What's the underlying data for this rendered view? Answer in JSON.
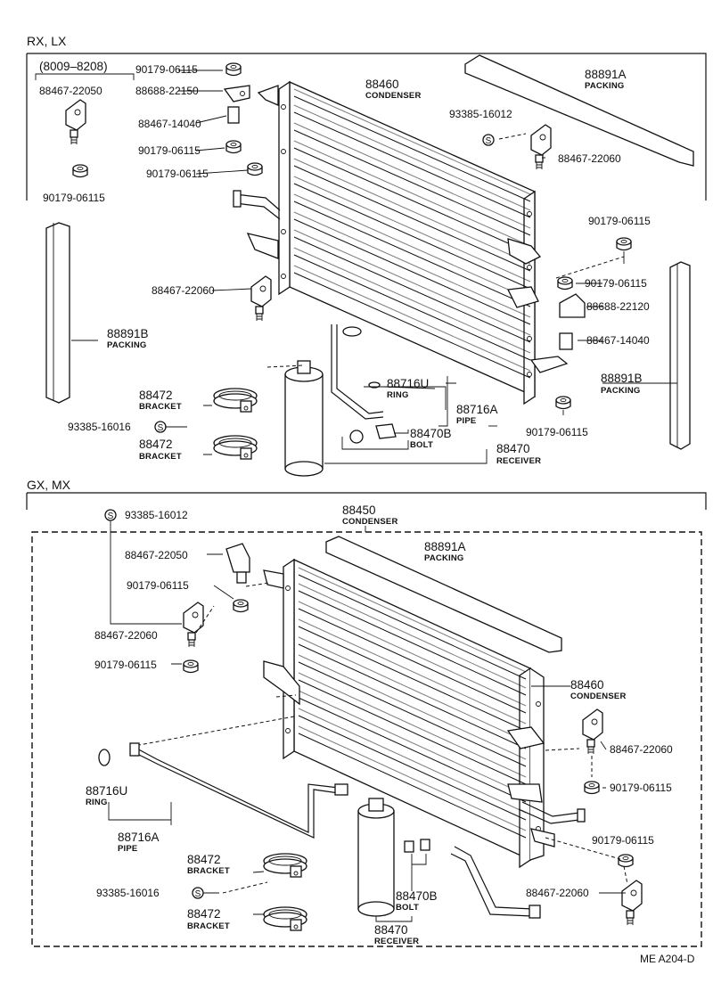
{
  "sections": {
    "top": "RX, LX",
    "bottom": "GX, MX"
  },
  "date_range": "(8009–8208)",
  "top_labels": {
    "p_88467_22050_a": "88467-22050",
    "p_90179_06115_a": "90179-06115",
    "p_90179_06115_b": "90179-06115",
    "p_88688_22150": "88688-22150",
    "p_88467_14040_a": "88467-14040",
    "p_90179_06115_c": "90179-06115",
    "p_90179_06115_d": "90179-06115",
    "p_88460": "88460",
    "condenser": "CONDENSER",
    "p_88891A": "88891A",
    "packing_a": "PACKING",
    "p_93385_16012": "93385-16012",
    "p_88467_22060_a": "88467-22060",
    "p_90179_06115_e": "90179-06115",
    "p_90179_06115_f": "90179-06115",
    "p_88688_22120": "88688-22120",
    "p_88467_14040_b": "88467-14040",
    "p_88891B_right": "88891B",
    "packing_b": "PACKING",
    "p_90179_06115_g": "90179-06115",
    "p_88467_22060_b": "88467-22060",
    "p_88891B_left": "88891B",
    "packing_c": "PACKING",
    "p_88472_a": "88472",
    "bracket_a": "BRACKET",
    "p_93385_16016": "93385-16016",
    "p_88472_b": "88472",
    "bracket_b": "BRACKET",
    "p_88716U": "88716U",
    "ring": "RING",
    "p_88716A": "88716A",
    "pipe": "PIPE",
    "p_88470B": "88470B",
    "bolt": "BOLT",
    "p_88470": "88470",
    "receiver": "RECEIVER"
  },
  "bottom_labels": {
    "p_93385_16012": "93385-16012",
    "p_88450": "88450",
    "condenser_a": "CONDENSER",
    "p_88467_22050": "88467-22050",
    "p_88891A": "88891A",
    "packing": "PACKING",
    "p_90179_06115_a": "90179-06115",
    "p_88467_22060_a": "88467-22060",
    "p_90179_06115_b": "90179-06115",
    "p_88460": "88460",
    "condenser_b": "CONDENSER",
    "p_88467_22060_b": "88467-22060",
    "p_90179_06115_c": "90179-06115",
    "p_90179_06115_d": "90179-06115",
    "p_88467_22060_c": "88467-22060",
    "p_88716U": "88716U",
    "ring": "RING",
    "p_88716A": "88716A",
    "pipe": "PIPE",
    "p_88472_a": "88472",
    "bracket_a": "BRACKET",
    "p_93385_16016": "93385-16016",
    "p_88472_b": "88472",
    "bracket_b": "BRACKET",
    "p_88470B": "88470B",
    "bolt": "BOLT",
    "p_88470": "88470",
    "receiver": "RECEIVER"
  },
  "figure_code": "ME A204-D"
}
